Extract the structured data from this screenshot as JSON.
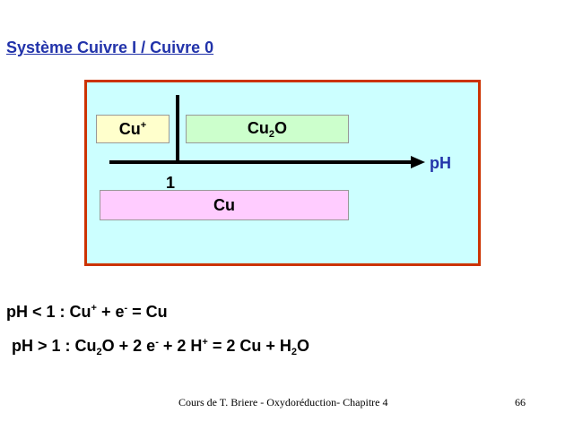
{
  "title": "Système Cuivre I / Cuivre 0",
  "diagram": {
    "species_top_left": {
      "base": "Cu",
      "sup": "+"
    },
    "species_top_right": {
      "base": "Cu",
      "sub": "2",
      "tail": "O"
    },
    "species_bottom": "Cu",
    "axis_label": "pH",
    "boundary_value": "1"
  },
  "equations": {
    "eq1": {
      "lhs": "pH < 1 : Cu",
      "sup1": "+",
      "mid1": " + e",
      "sup2": "-",
      "rest": " = Cu"
    },
    "eq2": {
      "lhs": "pH > 1 : Cu",
      "sub1": "2",
      "mid1": "O + 2 e",
      "sup1": "-",
      "mid2": " + 2 H",
      "sup2": "+",
      "mid3": " = 2 Cu + H",
      "sub2": "2",
      "tail": "O"
    }
  },
  "footer": "Cours de T. Briere - Oxydoréduction- Chapitre 4",
  "page_number": "66",
  "colors": {
    "title": "#2233aa",
    "panel_bg": "#ccffff",
    "panel_border": "#cc3300",
    "cu_plus_box": "#ffffcc",
    "cu2o_box": "#ccffcc",
    "cu_box": "#ffccff"
  }
}
